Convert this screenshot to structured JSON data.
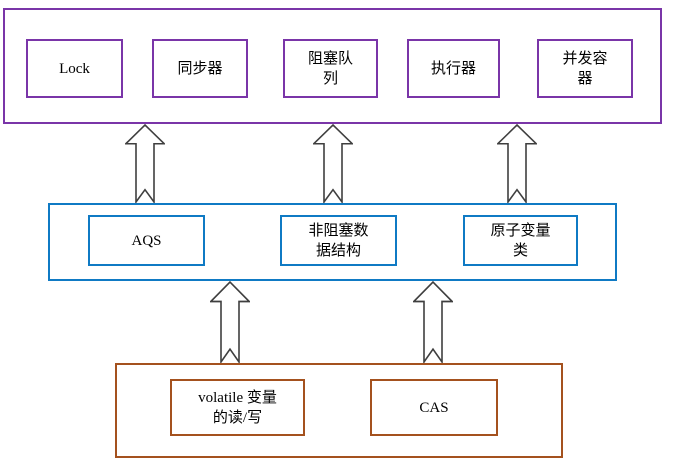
{
  "diagram": {
    "title": "Java concurrency building blocks layered diagram",
    "colors": {
      "top_layer_border": "#7A35A8",
      "middle_layer_border": "#0F7AC4",
      "bottom_layer_border": "#A4511E",
      "arrow_stroke": "#3F3F3F",
      "text": "#000000",
      "background": "#FFFFFF"
    },
    "layers": {
      "top": {
        "boxes": {
          "lock": "Lock",
          "synchronizer": "同步器",
          "blocking_queue": "阻塞队\n列",
          "executor": "执行器",
          "concurrent_container": "并发容\n器"
        }
      },
      "middle": {
        "boxes": {
          "aqs": "AQS",
          "nonblocking_structure": "非阻塞数\n据结构",
          "atomic_class": "原子变量\n类"
        }
      },
      "bottom": {
        "boxes": {
          "volatile_rw": "volatile 变量\n的读/写",
          "cas": "CAS"
        }
      },
      "arrows": {
        "count_top_gap": 3,
        "count_bottom_gap": 2,
        "direction": "up"
      }
    }
  }
}
